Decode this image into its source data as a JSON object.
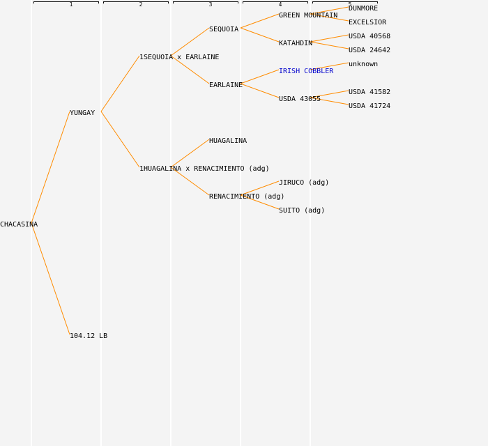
{
  "generation_headers": [
    "1",
    "2",
    "3",
    "4",
    "5"
  ],
  "colors": {
    "edge": "#ff8c00",
    "link": "#0000cc",
    "background": "#f4f4f4"
  },
  "nodes": {
    "chacasina": "CHACASINA",
    "yungay": "YUNGAY",
    "lb": "104.12 LB",
    "sequoia_x_earlaine": "1SEQUOIA x EARLAINE",
    "huagalina_x_renacimiento": "1HUAGALINA x RENACIMIENTO (adg)",
    "sequoia": "SEQUOIA",
    "earlaine": "EARLAINE",
    "huagalina": "HUAGALINA",
    "renacimiento": "RENACIMIENTO (adg)",
    "green_mountain": "GREEN MOUNTAIN",
    "katahdin": "KATAHDIN",
    "irish_cobbler": "IRISH COBBLER",
    "usda_43055": "USDA 43055",
    "jiruco": "JIRUCO (adg)",
    "suito": "SUITO (adg)",
    "dunmore": "DUNMORE",
    "excelsior": "EXCELSIOR",
    "usda_40568": "USDA 40568",
    "usda_24642": "USDA 24642",
    "unknown": "unknown",
    "usda_41582": "USDA 41582",
    "usda_41724": "USDA 41724"
  }
}
